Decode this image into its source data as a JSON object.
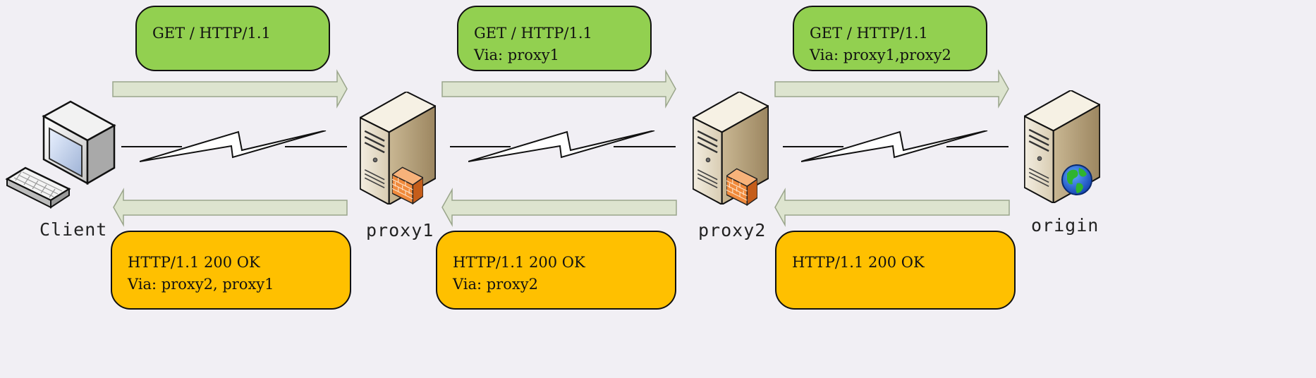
{
  "nodes": {
    "client": "Client",
    "proxy1": "proxy1",
    "proxy2": "proxy2",
    "origin": "origin"
  },
  "requests": [
    {
      "line1": "GET / HTTP/1.1",
      "line2": ""
    },
    {
      "line1": "GET / HTTP/1.1",
      "line2": "Via: proxy1"
    },
    {
      "line1": "GET / HTTP/1.1",
      "line2": "Via: proxy1,proxy2"
    }
  ],
  "responses": [
    {
      "line1": "HTTP/1.1 200 OK",
      "line2": "Via: proxy2, proxy1"
    },
    {
      "line1": "HTTP/1.1 200 OK",
      "line2": "Via: proxy2"
    },
    {
      "line1": "HTTP/1.1 200 OK",
      "line2": ""
    }
  ],
  "colors": {
    "request_box": "#92d050",
    "response_box": "#ffc000",
    "arrow_fill": "#dde4cf",
    "background": "#f1eff4"
  },
  "icons": [
    "desktop-computer-icon",
    "keyboard-icon",
    "server-firewall-icon",
    "server-globe-icon",
    "lightning-link-icon"
  ]
}
